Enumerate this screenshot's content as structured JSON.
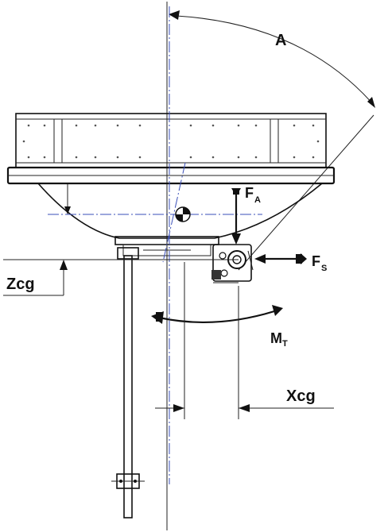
{
  "diagram": {
    "labels": {
      "angle": "A",
      "axial_force_main": "F",
      "axial_force_sub": "A",
      "side_force_main": "F",
      "side_force_sub": "S",
      "moment_main": "M",
      "moment_sub": "T",
      "x_cg": "Xcg",
      "z_cg": "Zcg"
    },
    "colors": {
      "line": "#111111",
      "centerline": "#3a4fb8"
    }
  }
}
